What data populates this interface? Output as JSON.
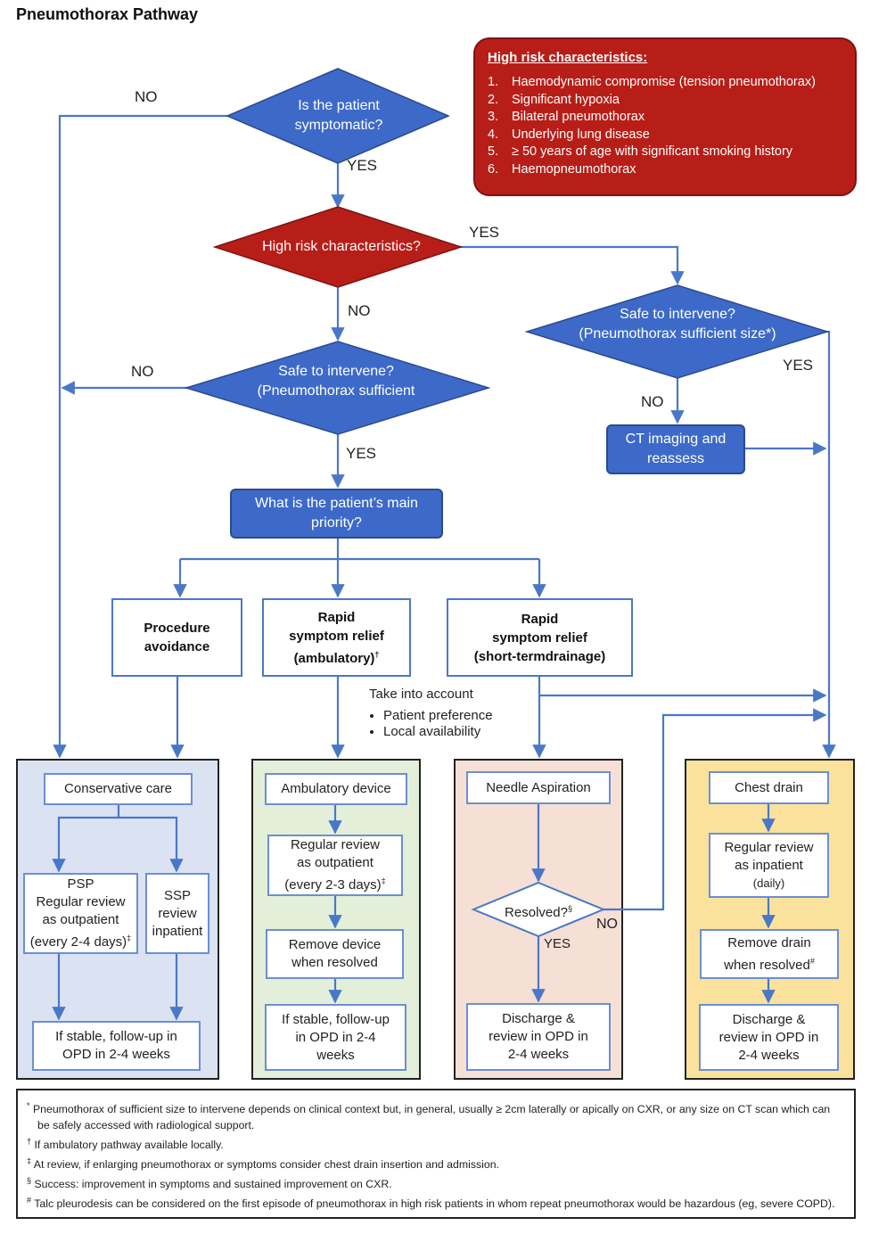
{
  "title": "Pneumothorax Pathway",
  "high_risk_box": {
    "heading": "High risk characteristics:",
    "items": [
      {
        "num": "1.",
        "text": "Haemodynamic compromise (tension pneumothorax)"
      },
      {
        "num": "2.",
        "text": "Significant hypoxia"
      },
      {
        "num": "3.",
        "text": "Bilateral pneumothorax"
      },
      {
        "num": "4.",
        "text": "Underlying lung disease"
      },
      {
        "num": "5.",
        "text": "≥ 50 years of age with significant smoking history"
      },
      {
        "num": "6.",
        "text": "Haemopneumothorax"
      }
    ]
  },
  "decisions": {
    "symptomatic": {
      "line1": "Is the patient",
      "line2": "symptomatic?"
    },
    "high_risk": {
      "text": "High risk characteristics?"
    },
    "safe_left": {
      "line1": "Safe to intervene?",
      "line2": "(Pneumothorax sufficient"
    },
    "safe_right": {
      "line1": "Safe to intervene?",
      "line2": "(Pneumothorax sufficient size*)"
    },
    "resolved": {
      "text": "Resolved?",
      "mark": "§"
    }
  },
  "edge_labels": {
    "no_top": "NO",
    "yes_symptomatic": "YES",
    "yes_high_risk": "YES",
    "no_high_risk": "NO",
    "no_safe_left": "NO",
    "yes_safe_left": "YES",
    "no_safe_right": "NO",
    "yes_safe_right": "YES",
    "no_resolved": "NO",
    "yes_resolved": "YES"
  },
  "ct_box": {
    "line1": "CT imaging and",
    "line2": "reassess"
  },
  "priority_box": {
    "line1": "What is the patient’s main",
    "line2": "priority?"
  },
  "priorities": {
    "procedure": {
      "line1": "Procedure",
      "line2": "avoidance"
    },
    "ambulatory": {
      "line1": "Rapid",
      "line2": "symptom relief",
      "line3": "(ambulatory)",
      "mark": "†"
    },
    "drainage": {
      "line1": "Rapid",
      "line2": "symptom relief",
      "line3": "(short-termdrainage)"
    }
  },
  "take_into_account": {
    "heading": "Take into account",
    "items": [
      "Patient preference",
      "Local availability"
    ]
  },
  "panels": {
    "conservative": {
      "title": "Conservative care",
      "psp": {
        "line1": "PSP",
        "line2": "Regular review",
        "line3": "as outpatient",
        "line4": "(every 2-4 days)",
        "mark": "‡"
      },
      "ssp": {
        "line1": "SSP",
        "line2": "review",
        "line3": "inpatient"
      },
      "end": {
        "line1": "If stable, follow-up in",
        "line2": "OPD in 2-4 weeks"
      }
    },
    "ambulatory": {
      "title": "Ambulatory device",
      "review": {
        "line1": "Regular review",
        "line2": "as outpatient",
        "line3": "(every 2-3 days)",
        "mark": "‡"
      },
      "remove": {
        "line1": "Remove device",
        "line2": "when resolved"
      },
      "end": {
        "line1": "If stable, follow-up",
        "line2": "in OPD in 2-4",
        "line3": "weeks"
      }
    },
    "needle": {
      "title": "Needle Aspiration",
      "end": {
        "line1": "Discharge &",
        "line2": "review in OPD in",
        "line3": "2-4 weeks"
      }
    },
    "chest": {
      "title": "Chest drain",
      "review": {
        "line1": "Regular review",
        "line2": "as inpatient",
        "line3": "(daily)"
      },
      "remove": {
        "line1": "Remove drain",
        "line2": "when resolved",
        "mark": "#"
      },
      "end": {
        "line1": "Discharge &",
        "line2": "review in OPD in",
        "line3": "2-4 weeks"
      }
    }
  },
  "footnotes": [
    {
      "mark": "*",
      "text": "Pneumothorax of sufficient size to intervene depends on clinical context but, in general, usually ≥ 2cm laterally or apically on CXR, or any size on CT scan which can be safely accessed with radiological support."
    },
    {
      "mark": "†",
      "text": "If ambulatory pathway available locally."
    },
    {
      "mark": "‡",
      "text": "At review, if enlarging pneumothorax or symptoms consider chest drain insertion and admission."
    },
    {
      "mark": "§",
      "text": "Success: improvement in symptoms and sustained improvement on CXR."
    },
    {
      "mark": "#",
      "text": "Talc pleurodesis can be considered on the first episode of pneumothorax in high risk patients in whom repeat pneumothorax would be hazardous (eg, severe COPD)."
    }
  ],
  "colors": {
    "decision_blue": "#3d6ac9",
    "decision_red": "#b81e18",
    "connector": "#4a78c8",
    "panel_blue": "#dbe3f3",
    "panel_green": "#e4efda",
    "panel_peach": "#f6dfd4",
    "panel_yellow": "#fbe29c"
  }
}
